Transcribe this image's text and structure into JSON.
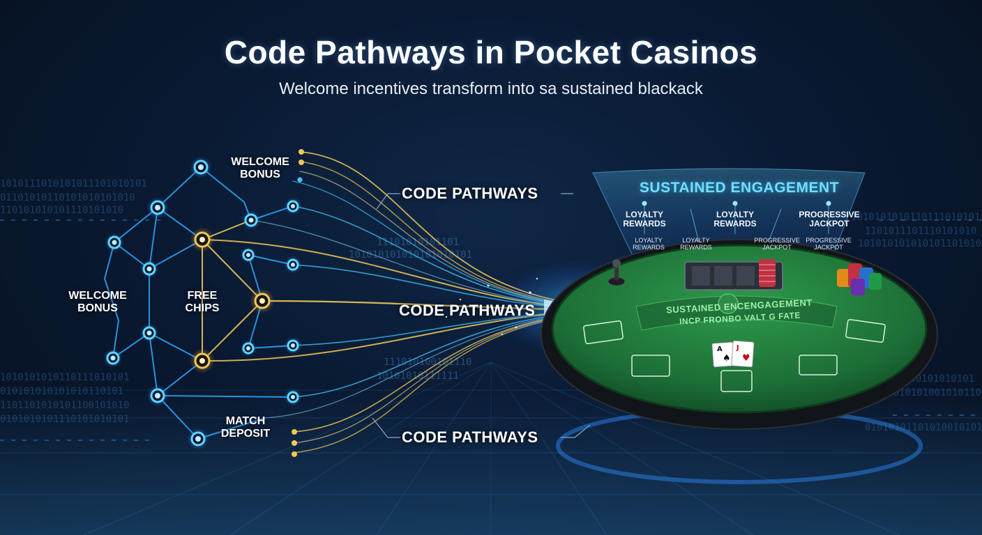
{
  "header": {
    "title": "Code Pathways in Pocket Casinos",
    "subtitle": "Welcome incentives transform into sa sustained blackack"
  },
  "network": {
    "labels": [
      {
        "id": "welcome-bonus-top",
        "line1": "WELCOME",
        "line2": "BONUS"
      },
      {
        "id": "welcome-bonus-left",
        "line1": "WELCOME",
        "line2": "BONUS"
      },
      {
        "id": "free-chips",
        "line1": "FREE",
        "line2": "CHIPS"
      },
      {
        "id": "match-deposit",
        "line1": "MATCH",
        "line2": "DEPOSIT"
      }
    ]
  },
  "pathways": {
    "top": "CODE PATHWAYS",
    "middle": "CODE PATHWAYS",
    "bottom": "CODE PATHWAYS"
  },
  "binary": {
    "left_rows": [
      "1010111010101011101010101",
      "01101010110101010101010",
      "110101010101110101010",
      "1010101010110111010101",
      "010101010101010110101",
      "1101101010101100101010",
      "0101010101110101010101"
    ],
    "center_rows": [
      "11101010101101",
      "101010101010101010101",
      "111010100101110",
      "10101010111111"
    ],
    "right_rows": [
      "1010101010110111010101",
      "1101011101110101010",
      "1010101010101011010101",
      "010101010100101010101",
      "1011010101010010101101",
      "0101010110101001010101"
    ]
  },
  "engagement": {
    "title": "SUSTAINED ENGAGEMENT",
    "rewards": [
      {
        "line1": "LOYALTY",
        "line2": "REWARDS"
      },
      {
        "line1": "LOYALTY",
        "line2": "REWARDS"
      },
      {
        "line1": "PROGRESSIVE",
        "line2": "JACKPOT"
      }
    ],
    "sub_rewards": [
      {
        "line1": "LOYALTY",
        "line2": "REWARDS"
      },
      {
        "line1": "LOYALTY",
        "line2": "REWARDS"
      },
      {
        "line1": "PROGRESSIVE",
        "line2": "JACKPOT"
      },
      {
        "line1": "PROGRESSIVE",
        "line2": "JACKPOT"
      }
    ]
  },
  "table": {
    "felt_line1": "SUSTAINED ENCENGAGEMENT",
    "felt_line2": "INCP FRONBO VALT G FATE",
    "cards": [
      "A",
      "J"
    ]
  },
  "colors": {
    "accent_cyan": "#3fc8ff",
    "accent_gold": "#f0c85a",
    "felt_green": "#1f7a3c",
    "background": "#0a1a33"
  }
}
